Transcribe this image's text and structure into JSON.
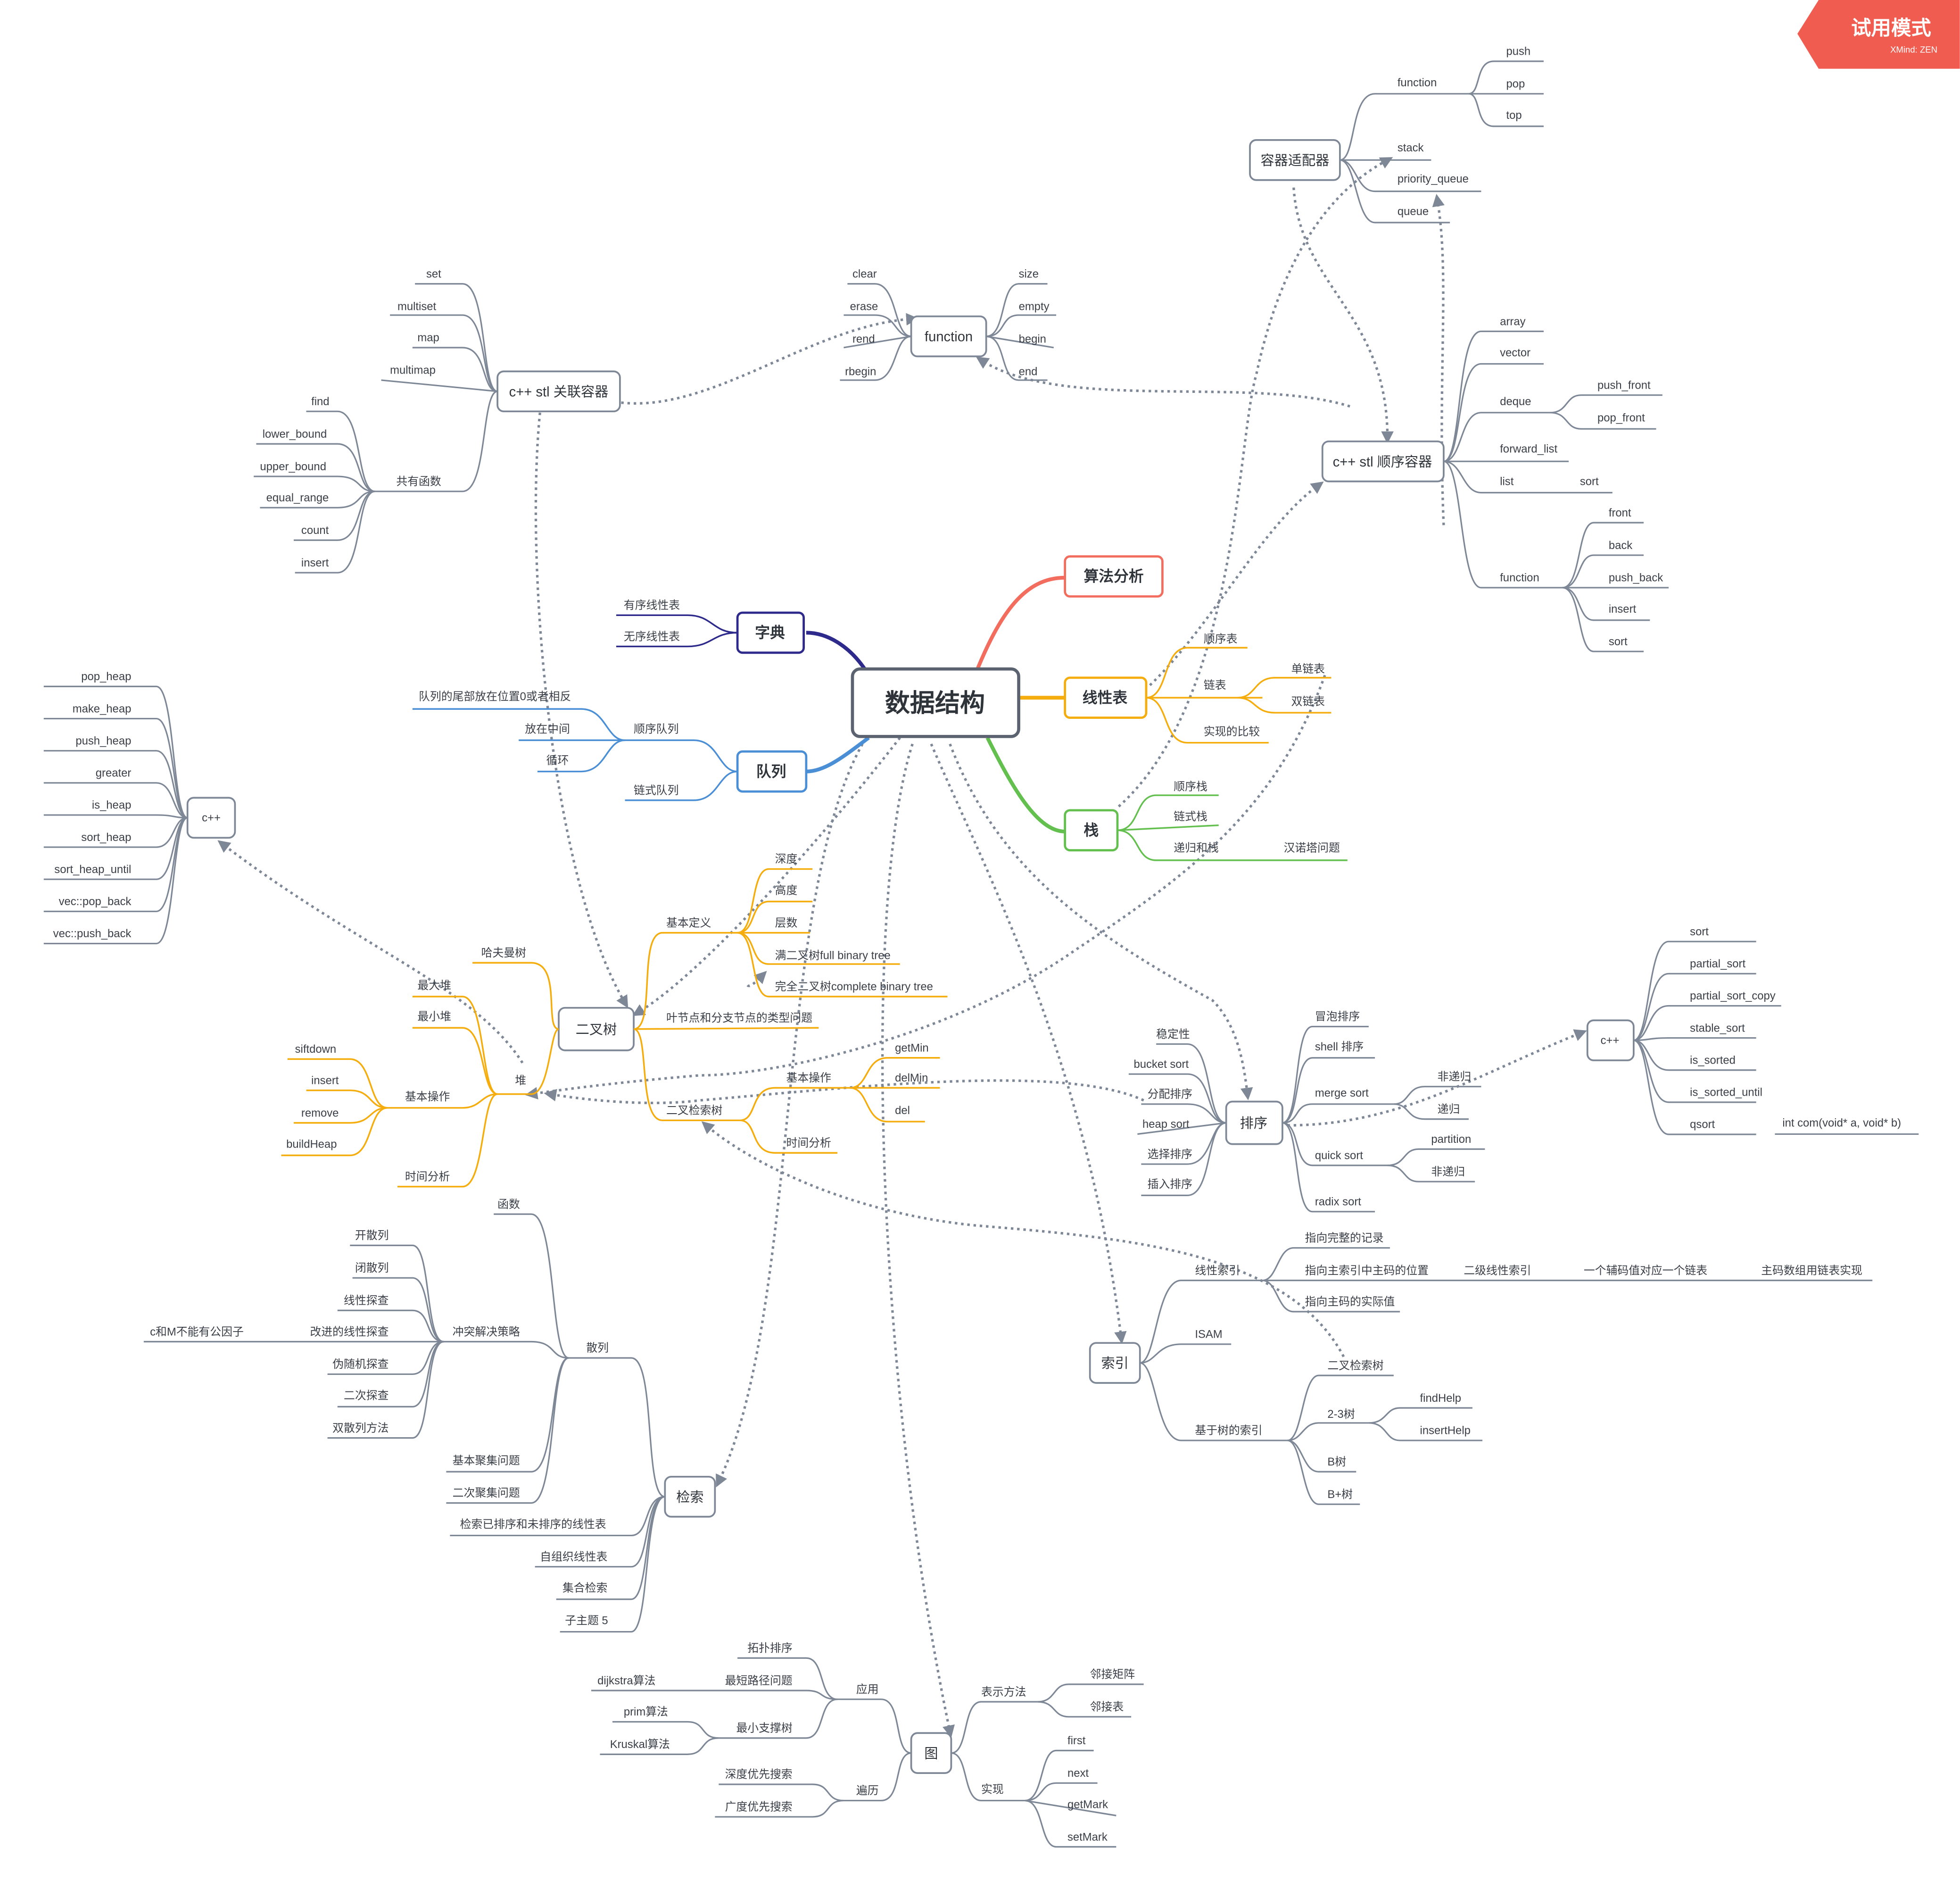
{
  "watermark": {
    "title": "试用模式",
    "subtitle": "XMind: ZEN",
    "color": "#f05d50"
  },
  "colors": {
    "root": "#5b6270",
    "algo": "#f36d5f",
    "linear": "#f5ac0d",
    "stack": "#63c04f",
    "queue": "#4a8fd6",
    "dict": "#2e2a8c",
    "tree": "#f5ac0d",
    "gray": "#7d8796"
  },
  "root": "数据结构",
  "main": {
    "algo": "算法分析",
    "linear": "线性表",
    "stack": "栈",
    "queue": "队列",
    "dict": "字典"
  },
  "linear": {
    "seq": "顺序表",
    "link": "链表",
    "single": "单链表",
    "double": "双链表",
    "compare": "实现的比较"
  },
  "stack": {
    "seq": "顺序栈",
    "link": "链式栈",
    "rec": "递归和栈",
    "hanoi": "汉诺塔问题"
  },
  "queue": {
    "seq": "顺序队列",
    "link": "链式队列",
    "tail": "队列的尾部放在位置0或者相反",
    "middle": "放在中间",
    "cycle": "循环"
  },
  "dict": {
    "ordered": "有序线性表",
    "unordered": "无序线性表"
  },
  "adapter": {
    "title": "容器适配器",
    "function": "function",
    "push": "push",
    "pop": "pop",
    "top": "top",
    "stack": "stack",
    "pq": "priority_queue",
    "queue": "queue"
  },
  "seqc": {
    "title": "c++ stl 顺序容器",
    "array": "array",
    "vector": "vector",
    "deque": "deque",
    "push_front": "push_front",
    "pop_front": "pop_front",
    "forward_list": "forward_list",
    "list": "list",
    "sort": "sort",
    "function": "function",
    "front": "front",
    "back": "back",
    "push_back": "push_back",
    "insert": "insert",
    "sort2": "sort"
  },
  "func": {
    "title": "function",
    "clear": "clear",
    "erase": "erase",
    "rend": "rend",
    "rbegin": "rbegin",
    "size": "size",
    "empty": "empty",
    "begin": "begin",
    "end": "end"
  },
  "assoc": {
    "title": "c++ stl 关联容器",
    "set": "set",
    "multiset": "multiset",
    "map": "map",
    "multimap": "multimap",
    "common": "共有函数",
    "find": "find",
    "lower_bound": "lower_bound",
    "upper_bound": "upper_bound",
    "equal_range": "equal_range",
    "count": "count",
    "insert": "insert"
  },
  "heapcpp": {
    "title": "c++",
    "items": [
      "pop_heap",
      "make_heap",
      "push_heap",
      "greater",
      "is_heap",
      "sort_heap",
      "sort_heap_until",
      "vec::pop_back",
      "vec::push_back"
    ]
  },
  "tree": {
    "title": "二叉树",
    "basic_def": "基本定义",
    "depth": "深度",
    "height": "高度",
    "level": "层数",
    "full": "满二叉树full binary tree",
    "complete": "完全二叉树complete binary tree",
    "leaf": "叶节点和分支节点的类型问题",
    "huffman": "哈夫曼树",
    "heap": "堆",
    "maxheap": "最大堆",
    "minheap": "最小堆",
    "basic_op": "基本操作",
    "siftdown": "siftdown",
    "insert": "insert",
    "remove": "remove",
    "buildheap": "buildHeap",
    "time": "时间分析",
    "bst": "二叉检索树",
    "bst_basic_op": "基本操作",
    "getmin": "getMin",
    "delmin": "delMin",
    "del": "del",
    "bst_time": "时间分析"
  },
  "sort": {
    "title": "排序",
    "stable": "稳定性",
    "bucket": "bucket sort",
    "dist": "分配排序",
    "heapsort": "heap sort",
    "select": "选择排序",
    "insertion": "插入排序",
    "bubble": "冒泡排序",
    "shell": "shell 排序",
    "merge": "merge sort",
    "nonrec": "非递归",
    "rec": "递归",
    "quick": "quick sort",
    "partition": "partition",
    "nonrec2": "非递归",
    "radix": "radix sort"
  },
  "sortcpp": {
    "title": "c++",
    "items": [
      "sort",
      "partial_sort",
      "partial_sort_copy",
      "stable_sort",
      "is_sorted",
      "is_sorted_until",
      "qsort"
    ],
    "qsort_sig": "int com(void* a, void* b)"
  },
  "index": {
    "title": "索引",
    "linear": "线性索引",
    "full": "指向完整的记录",
    "mainkey": "指向主索引中主码的位置",
    "second": "二级线性索引",
    "onekey": "一个辅码值对应一个链表",
    "arr": "主码数组用链表实现",
    "actual": "指向主码的实际值",
    "isam": "ISAM",
    "treeidx": "基于树的索引",
    "bst": "二叉检索树",
    "t23": "2-3树",
    "findhelp": "findHelp",
    "inserthelp": "insertHelp",
    "b": "B树",
    "bplus": "B+树"
  },
  "search": {
    "title": "检索",
    "hash": "散列",
    "func": "函数",
    "conflict": "冲突解决策略",
    "open": "开散列",
    "closed": "闭散列",
    "linprobe": "线性探查",
    "improved": "改进的线性探查",
    "cm": "c和M不能有公因子",
    "pseudo": "伪随机探查",
    "quad": "二次探查",
    "double": "双散列方法",
    "cluster1": "基本聚集问题",
    "cluster2": "二次聚集问题",
    "sorted": "检索已排序和未排序的线性表",
    "selforg": "自组织线性表",
    "set": "集合检索",
    "sub5": "子主题 5"
  },
  "graph": {
    "title": "图",
    "app": "应用",
    "topo": "拓扑排序",
    "shortest": "最短路径问题",
    "dijkstra": "dijkstra算法",
    "mst": "最小支撑树",
    "prim": "prim算法",
    "kruskal": "Kruskal算法",
    "traverse": "遍历",
    "dfs": "深度优先搜索",
    "bfs": "广度优先搜索",
    "rep": "表示方法",
    "matrix": "邻接矩阵",
    "list": "邻接表",
    "impl": "实现",
    "first": "first",
    "next": "next",
    "getmark": "getMark",
    "setmark": "setMark"
  }
}
